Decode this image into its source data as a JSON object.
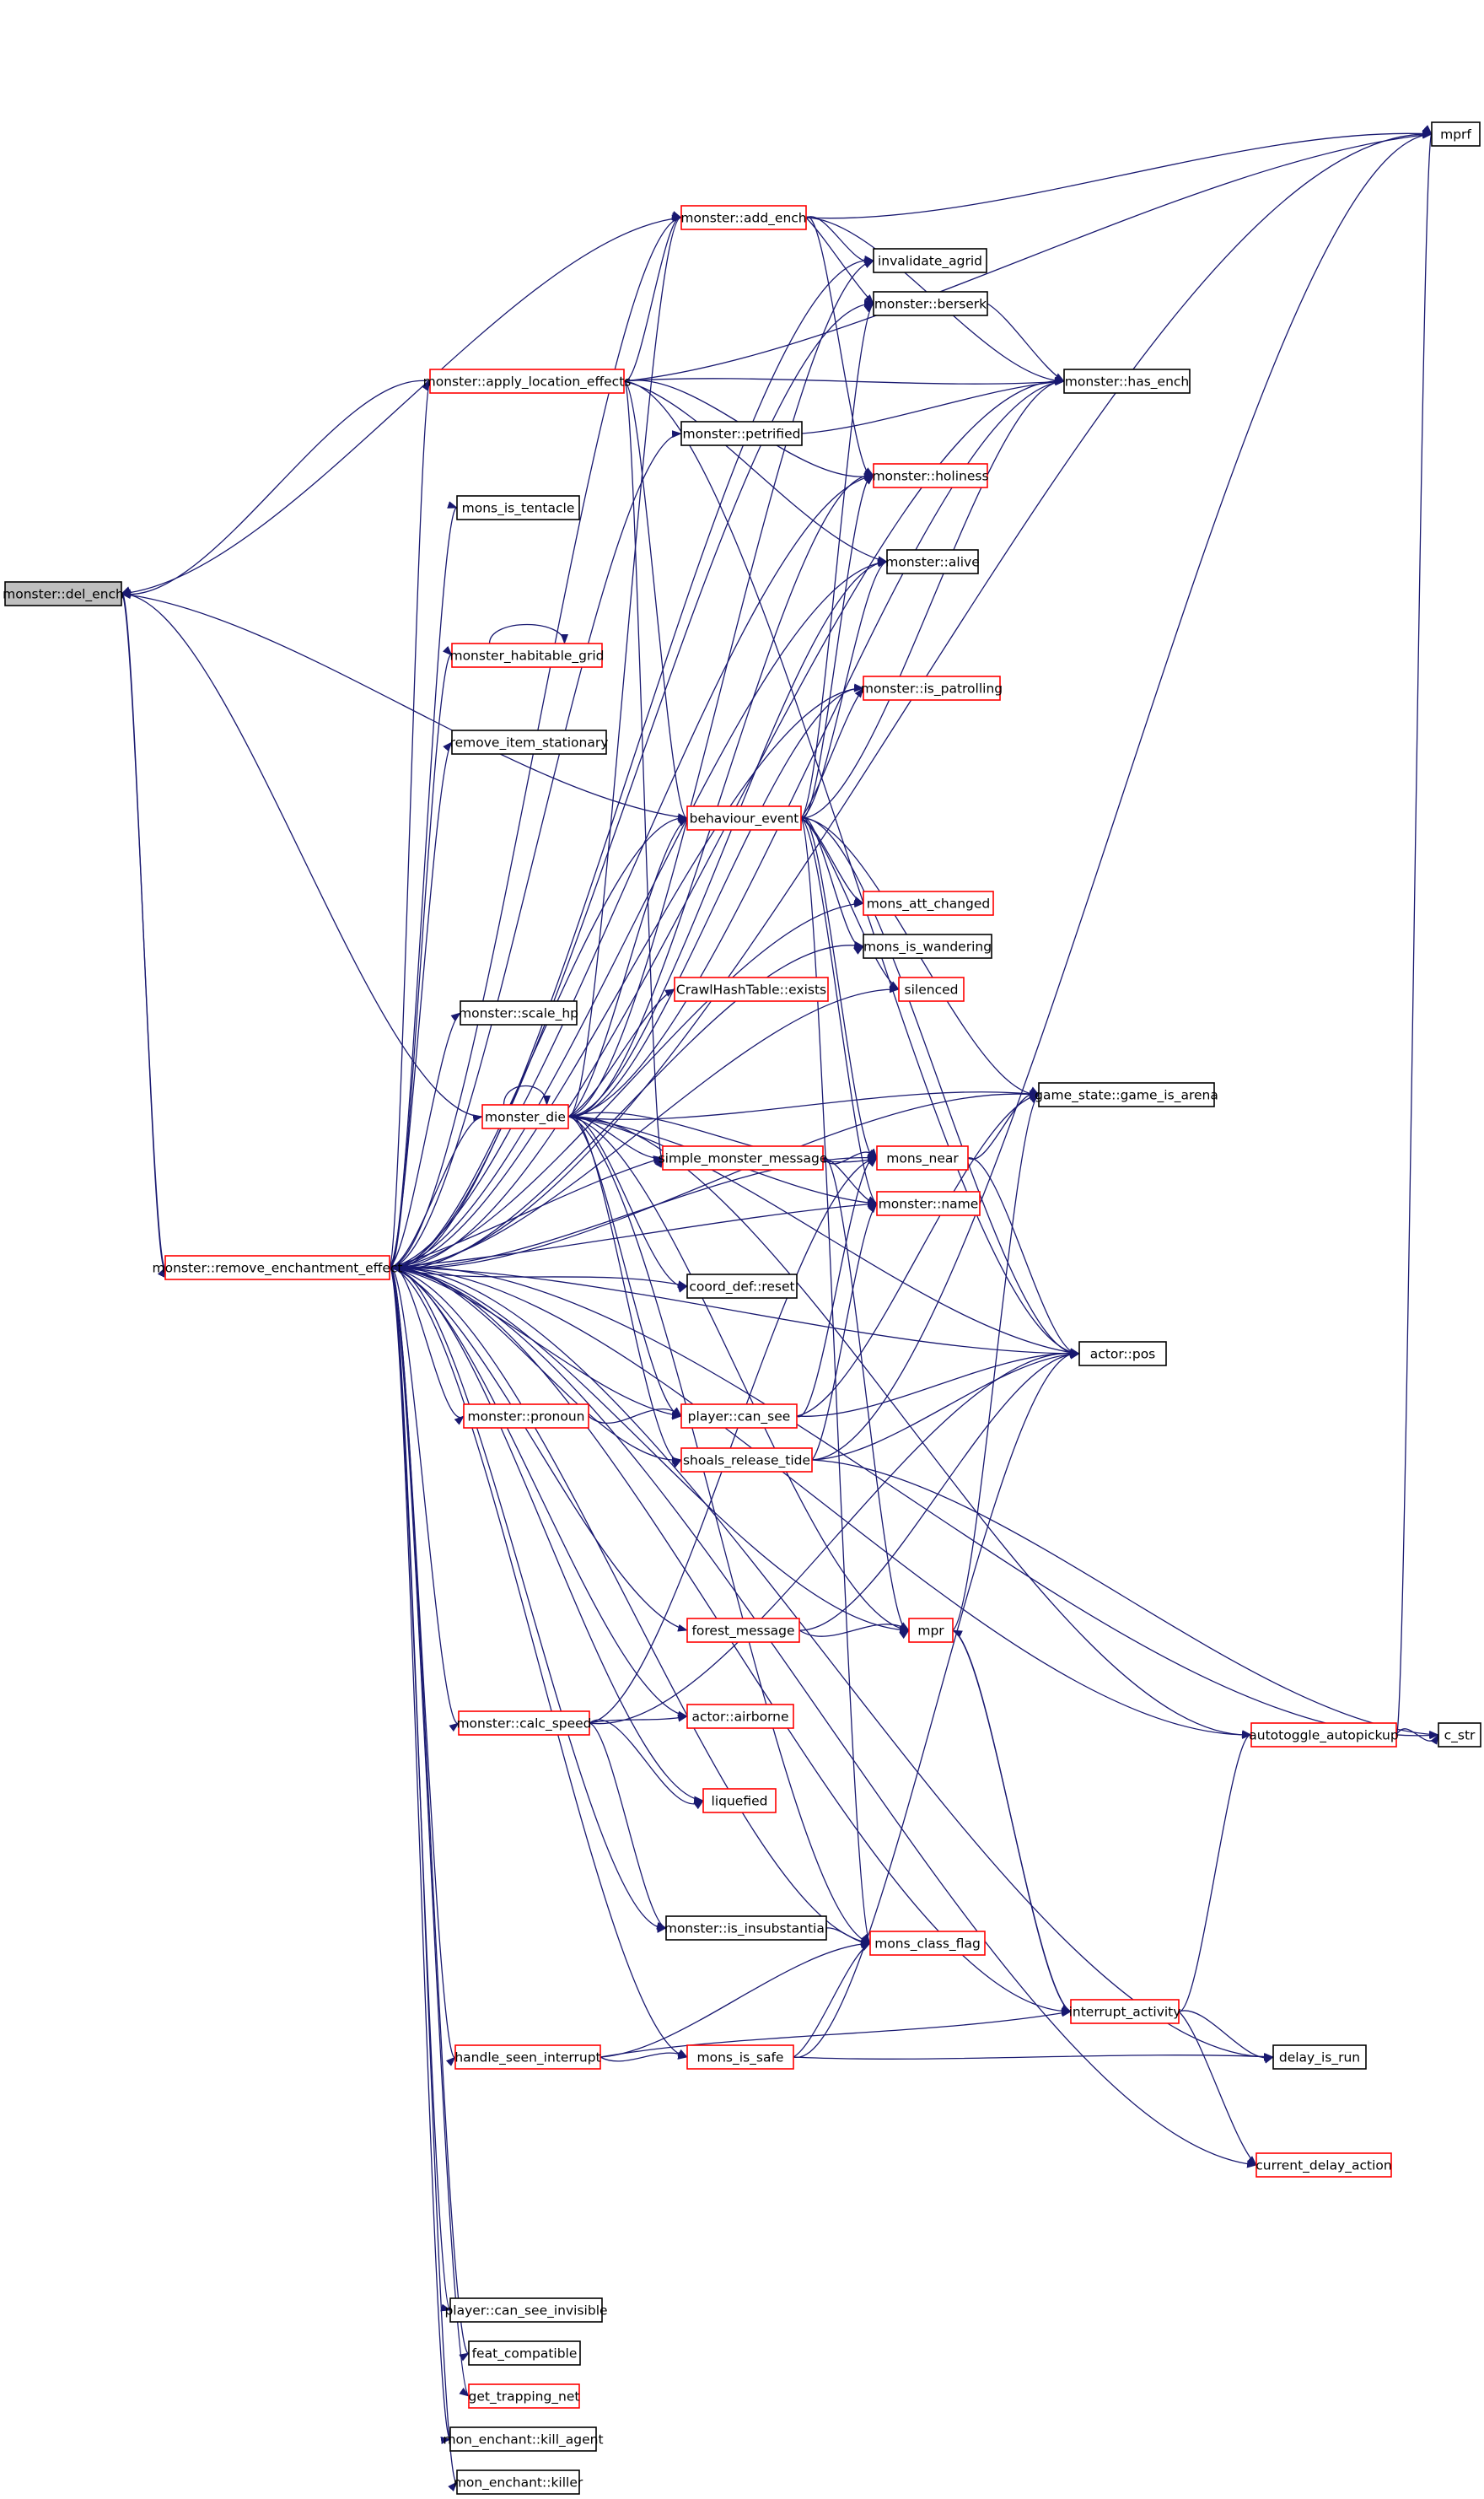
{
  "colors": {
    "edge": "#191970",
    "node_border_default": "#000000",
    "node_border_truncated": "#ff0000",
    "node_fill_root": "#bfbfbf",
    "node_fill": "#ffffff"
  },
  "nodes": [
    {
      "id": "del_ench",
      "label": "monster::del_ench",
      "style": "root"
    },
    {
      "id": "rem_ench",
      "label": "monster::remove_enchantment_effect",
      "style": "red"
    },
    {
      "id": "mprf",
      "label": "mprf",
      "style": "black"
    },
    {
      "id": "add_ench",
      "label": "monster::add_ench",
      "style": "red"
    },
    {
      "id": "inv_agrid",
      "label": "invalidate_agrid",
      "style": "black"
    },
    {
      "id": "berserk",
      "label": "monster::berserk",
      "style": "black"
    },
    {
      "id": "apply_loc",
      "label": "monster::apply_location_effects",
      "style": "red"
    },
    {
      "id": "has_ench",
      "label": "monster::has_ench",
      "style": "black"
    },
    {
      "id": "petrified",
      "label": "monster::petrified",
      "style": "black"
    },
    {
      "id": "holiness",
      "label": "monster::holiness",
      "style": "red"
    },
    {
      "id": "is_tentacle",
      "label": "mons_is_tentacle",
      "style": "black"
    },
    {
      "id": "alive",
      "label": "monster::alive",
      "style": "black"
    },
    {
      "id": "habitable",
      "label": "monster_habitable_grid",
      "style": "red"
    },
    {
      "id": "patrolling",
      "label": "monster::is_patrolling",
      "style": "red"
    },
    {
      "id": "rm_item",
      "label": "remove_item_stationary",
      "style": "black"
    },
    {
      "id": "behaviour",
      "label": "behaviour_event",
      "style": "red"
    },
    {
      "id": "att_changed",
      "label": "mons_att_changed",
      "style": "red"
    },
    {
      "id": "wandering",
      "label": "mons_is_wandering",
      "style": "black"
    },
    {
      "id": "silenced",
      "label": "silenced",
      "style": "red"
    },
    {
      "id": "scale_hp",
      "label": "monster::scale_hp",
      "style": "black"
    },
    {
      "id": "crawl_exists",
      "label": "CrawlHashTable::exists",
      "style": "red"
    },
    {
      "id": "game_arena",
      "label": "game_state::game_is_arena",
      "style": "black"
    },
    {
      "id": "monster_die",
      "label": "monster_die",
      "style": "red"
    },
    {
      "id": "simple_msg",
      "label": "simple_monster_message",
      "style": "red"
    },
    {
      "id": "mons_near",
      "label": "mons_near",
      "style": "red"
    },
    {
      "id": "mon_name",
      "label": "monster::name",
      "style": "red"
    },
    {
      "id": "coord_reset",
      "label": "coord_def::reset",
      "style": "black"
    },
    {
      "id": "actor_pos",
      "label": "actor::pos",
      "style": "black"
    },
    {
      "id": "pronoun",
      "label": "monster::pronoun",
      "style": "red"
    },
    {
      "id": "can_see",
      "label": "player::can_see",
      "style": "red"
    },
    {
      "id": "shoals",
      "label": "shoals_release_tide",
      "style": "red"
    },
    {
      "id": "forest_msg",
      "label": "forest_message",
      "style": "red"
    },
    {
      "id": "mpr",
      "label": "mpr",
      "style": "red"
    },
    {
      "id": "calc_speed",
      "label": "monster::calc_speed",
      "style": "red"
    },
    {
      "id": "airborne",
      "label": "actor::airborne",
      "style": "red"
    },
    {
      "id": "autotoggle",
      "label": "autotoggle_autopickup",
      "style": "red"
    },
    {
      "id": "c_str",
      "label": "c_str",
      "style": "black"
    },
    {
      "id": "liquefied",
      "label": "liquefied",
      "style": "red"
    },
    {
      "id": "insubstantial",
      "label": "monster::is_insubstantial",
      "style": "black"
    },
    {
      "id": "class_flag",
      "label": "mons_class_flag",
      "style": "red"
    },
    {
      "id": "interrupt",
      "label": "interrupt_activity",
      "style": "red"
    },
    {
      "id": "seen_int",
      "label": "handle_seen_interrupt",
      "style": "red"
    },
    {
      "id": "is_safe",
      "label": "mons_is_safe",
      "style": "red"
    },
    {
      "id": "delay_run",
      "label": "delay_is_run",
      "style": "black"
    },
    {
      "id": "cur_delay",
      "label": "current_delay_action",
      "style": "red"
    },
    {
      "id": "see_invis",
      "label": "player::can_see_invisible",
      "style": "black"
    },
    {
      "id": "feat_compat",
      "label": "feat_compatible",
      "style": "black"
    },
    {
      "id": "trapping_net",
      "label": "get_trapping_net",
      "style": "red"
    },
    {
      "id": "kill_agent",
      "label": "mon_enchant::kill_agent",
      "style": "black"
    },
    {
      "id": "killer",
      "label": "mon_enchant::killer",
      "style": "black"
    }
  ],
  "edges": [
    [
      "del_ench",
      "rem_ench"
    ],
    [
      "rem_ench",
      "del_ench"
    ],
    [
      "apply_loc",
      "del_ench"
    ],
    [
      "add_ench",
      "del_ench"
    ],
    [
      "monster_die",
      "del_ench"
    ],
    [
      "behaviour",
      "del_ench"
    ],
    [
      "rem_ench",
      "mprf"
    ],
    [
      "rem_ench",
      "add_ench"
    ],
    [
      "rem_ench",
      "inv_agrid"
    ],
    [
      "rem_ench",
      "berserk"
    ],
    [
      "rem_ench",
      "apply_loc"
    ],
    [
      "rem_ench",
      "has_ench"
    ],
    [
      "rem_ench",
      "petrified"
    ],
    [
      "rem_ench",
      "holiness"
    ],
    [
      "rem_ench",
      "is_tentacle"
    ],
    [
      "rem_ench",
      "alive"
    ],
    [
      "rem_ench",
      "habitable"
    ],
    [
      "rem_ench",
      "patrolling"
    ],
    [
      "rem_ench",
      "rm_item"
    ],
    [
      "rem_ench",
      "behaviour"
    ],
    [
      "rem_ench",
      "att_changed"
    ],
    [
      "rem_ench",
      "wandering"
    ],
    [
      "rem_ench",
      "silenced"
    ],
    [
      "rem_ench",
      "scale_hp"
    ],
    [
      "rem_ench",
      "game_arena"
    ],
    [
      "rem_ench",
      "monster_die"
    ],
    [
      "rem_ench",
      "simple_msg"
    ],
    [
      "rem_ench",
      "mons_near"
    ],
    [
      "rem_ench",
      "mon_name"
    ],
    [
      "rem_ench",
      "coord_reset"
    ],
    [
      "rem_ench",
      "actor_pos"
    ],
    [
      "rem_ench",
      "pronoun"
    ],
    [
      "rem_ench",
      "can_see"
    ],
    [
      "rem_ench",
      "shoals"
    ],
    [
      "rem_ench",
      "forest_msg"
    ],
    [
      "rem_ench",
      "mpr"
    ],
    [
      "rem_ench",
      "calc_speed"
    ],
    [
      "rem_ench",
      "airborne"
    ],
    [
      "rem_ench",
      "autotoggle"
    ],
    [
      "rem_ench",
      "c_str"
    ],
    [
      "rem_ench",
      "liquefied"
    ],
    [
      "rem_ench",
      "insubstantial"
    ],
    [
      "rem_ench",
      "class_flag"
    ],
    [
      "rem_ench",
      "interrupt"
    ],
    [
      "rem_ench",
      "seen_int"
    ],
    [
      "rem_ench",
      "is_safe"
    ],
    [
      "rem_ench",
      "delay_run"
    ],
    [
      "rem_ench",
      "cur_delay"
    ],
    [
      "rem_ench",
      "see_invis"
    ],
    [
      "rem_ench",
      "feat_compat"
    ],
    [
      "rem_ench",
      "trapping_net"
    ],
    [
      "rem_ench",
      "kill_agent"
    ],
    [
      "rem_ench",
      "killer"
    ],
    [
      "add_ench",
      "mprf"
    ],
    [
      "add_ench",
      "inv_agrid"
    ],
    [
      "add_ench",
      "berserk"
    ],
    [
      "add_ench",
      "has_ench"
    ],
    [
      "add_ench",
      "holiness"
    ],
    [
      "berserk",
      "has_ench"
    ],
    [
      "petrified",
      "has_ench"
    ],
    [
      "apply_loc",
      "mprf"
    ],
    [
      "apply_loc",
      "add_ench"
    ],
    [
      "apply_loc",
      "holiness"
    ],
    [
      "apply_loc",
      "alive"
    ],
    [
      "apply_loc",
      "behaviour"
    ],
    [
      "apply_loc",
      "simple_msg"
    ],
    [
      "apply_loc",
      "actor_pos"
    ],
    [
      "apply_loc",
      "has_ench"
    ],
    [
      "habitable",
      "habitable"
    ],
    [
      "behaviour",
      "has_ench"
    ],
    [
      "behaviour",
      "berserk"
    ],
    [
      "behaviour",
      "holiness"
    ],
    [
      "behaviour",
      "alive"
    ],
    [
      "behaviour",
      "patrolling"
    ],
    [
      "behaviour",
      "att_changed"
    ],
    [
      "behaviour",
      "wandering"
    ],
    [
      "behaviour",
      "silenced"
    ],
    [
      "behaviour",
      "game_arena"
    ],
    [
      "behaviour",
      "mons_near"
    ],
    [
      "behaviour",
      "mon_name"
    ],
    [
      "behaviour",
      "actor_pos"
    ],
    [
      "behaviour",
      "class_flag"
    ],
    [
      "monster_die",
      "monster_die"
    ],
    [
      "monster_die",
      "crawl_exists"
    ],
    [
      "monster_die",
      "game_arena"
    ],
    [
      "monster_die",
      "simple_msg"
    ],
    [
      "monster_die",
      "mons_near"
    ],
    [
      "monster_die",
      "mon_name"
    ],
    [
      "monster_die",
      "coord_reset"
    ],
    [
      "monster_die",
      "actor_pos"
    ],
    [
      "monster_die",
      "can_see"
    ],
    [
      "monster_die",
      "shoals"
    ],
    [
      "monster_die",
      "mpr"
    ],
    [
      "monster_die",
      "autotoggle"
    ],
    [
      "monster_die",
      "class_flag"
    ],
    [
      "monster_die",
      "add_ench"
    ],
    [
      "monster_die",
      "inv_agrid"
    ],
    [
      "monster_die",
      "holiness"
    ],
    [
      "monster_die",
      "alive"
    ],
    [
      "monster_die",
      "behaviour"
    ],
    [
      "monster_die",
      "patrolling"
    ],
    [
      "monster_die",
      "has_ench"
    ],
    [
      "simple_msg",
      "mons_near"
    ],
    [
      "simple_msg",
      "mon_name"
    ],
    [
      "simple_msg",
      "mpr"
    ],
    [
      "mons_near",
      "game_arena"
    ],
    [
      "mons_near",
      "actor_pos"
    ],
    [
      "pronoun",
      "can_see"
    ],
    [
      "can_see",
      "actor_pos"
    ],
    [
      "can_see",
      "game_arena"
    ],
    [
      "can_see",
      "mons_near"
    ],
    [
      "shoals",
      "actor_pos"
    ],
    [
      "shoals",
      "mon_name"
    ],
    [
      "shoals",
      "c_str"
    ],
    [
      "shoals",
      "mprf"
    ],
    [
      "forest_msg",
      "mpr"
    ],
    [
      "forest_msg",
      "actor_pos"
    ],
    [
      "mpr",
      "game_arena"
    ],
    [
      "mpr",
      "interrupt"
    ],
    [
      "calc_speed",
      "airborne"
    ],
    [
      "calc_speed",
      "liquefied"
    ],
    [
      "calc_speed",
      "insubstantial"
    ],
    [
      "calc_speed",
      "mons_near"
    ],
    [
      "calc_speed",
      "actor_pos"
    ],
    [
      "insubstantial",
      "class_flag"
    ],
    [
      "autotoggle",
      "c_str"
    ],
    [
      "autotoggle",
      "mprf"
    ],
    [
      "interrupt",
      "delay_run"
    ],
    [
      "interrupt",
      "cur_delay"
    ],
    [
      "interrupt",
      "autotoggle"
    ],
    [
      "interrupt",
      "mpr"
    ],
    [
      "seen_int",
      "is_safe"
    ],
    [
      "seen_int",
      "class_flag"
    ],
    [
      "seen_int",
      "interrupt"
    ],
    [
      "is_safe",
      "delay_run"
    ],
    [
      "is_safe",
      "class_flag"
    ],
    [
      "is_safe",
      "actor_pos"
    ]
  ]
}
